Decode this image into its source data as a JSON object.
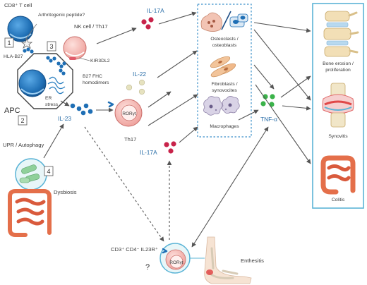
{
  "labels": {
    "cd8_t_cell": "CD8⁺ T cell",
    "arthritogenic_peptide": "Arthritogenic peptide?",
    "hla_b27": "HLA-B27",
    "nk_th17": "NK cell / Th17",
    "kir3dl2": "KIR3DL2",
    "b27_fhc_line1": "B27 FHC",
    "b27_fhc_line2": "homodimers",
    "er_stress_line1": "ER",
    "er_stress_line2": "stress",
    "apc": "APC",
    "il23": "IL-23",
    "il17a_top": "IL-17A",
    "il22": "IL-22",
    "roryt_th17": "RORγt",
    "th17": "Th17",
    "il17a_mid": "IL-17A",
    "upr_autophagy": "UPR / Autophagy",
    "dysbiosis": "Dysbiosis",
    "cd3_line": "CD3⁺ CD4⁻ IL23R⁺",
    "question": "?",
    "roryt_bottom": "RORγt",
    "enthesitis": "Enthesitis",
    "osteoclasts_line1": "Osteoclasts /",
    "osteoclasts_line2": "osteoblasts",
    "fibroblasts_line1": "Fibroblasts /",
    "fibroblasts_line2": "synovocites",
    "macrophages": "Macrophages",
    "tnf_alpha": "TNF-α",
    "bone_erosion_line1": "Bone erosion /",
    "bone_erosion_line2": "proliferation",
    "synovitis": "Synovitis",
    "colitis": "Colitis"
  },
  "step_numbers": [
    "1",
    "2",
    "3",
    "4"
  ],
  "colors": {
    "arrow": "#555555",
    "cell_blue": "#1f6fb5",
    "cytokine_label": "#2a6ea8",
    "il17_dot": "#c8234a",
    "il22_dot": "#e6e2bf",
    "il23_dot": "#1f6fb5",
    "tnf_dot": "#3bb34a",
    "dashed_box": "#3a8fc9",
    "outcome_box": "#5bb4d6",
    "pink_cell": "#f2b1ae",
    "intestine": "#e46f4a"
  },
  "icons": [
    "t-cell-icon",
    "star-peptide-icon",
    "apc-octagon-icon",
    "er-icon",
    "nk-cell-icon",
    "th17-cell-icon",
    "osteoclast-icon",
    "fibroblast-icon",
    "macrophage-icon",
    "spine-icon",
    "knee-joint-icon",
    "colon-icon",
    "intestine-icon",
    "magnifier-bacteria-icon",
    "foot-enthesis-icon"
  ]
}
